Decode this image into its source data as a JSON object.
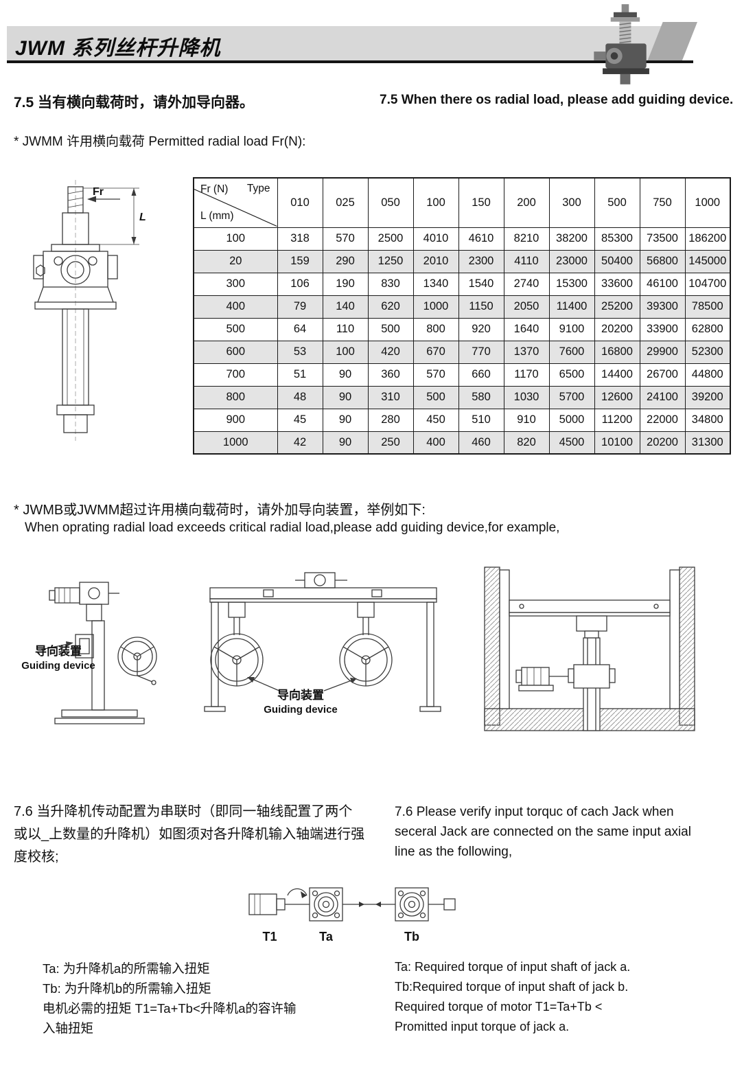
{
  "header": {
    "title": "JWM 系列丝杆升降机"
  },
  "section_7_5": {
    "heading_cn": "7.5 当有横向载荷时，请外加导向器。",
    "heading_en": "7.5  When there os radial load, please add guiding device.",
    "note": "* JWMM 许用横向载荷 Permitted radial load Fr(N):"
  },
  "table": {
    "corner": {
      "fr": "Fr (N)",
      "type": "Type",
      "l": "L (mm)"
    },
    "columns": [
      "010",
      "025",
      "050",
      "100",
      "150",
      "200",
      "300",
      "500",
      "750",
      "1000"
    ],
    "rows": [
      {
        "l": "100",
        "values": [
          "318",
          "570",
          "2500",
          "4010",
          "4610",
          "8210",
          "38200",
          "85300",
          "73500",
          "186200"
        ]
      },
      {
        "l": "20",
        "values": [
          "159",
          "290",
          "1250",
          "2010",
          "2300",
          "4110",
          "23000",
          "50400",
          "56800",
          "145000"
        ]
      },
      {
        "l": "300",
        "values": [
          "106",
          "190",
          "830",
          "1340",
          "1540",
          "2740",
          "15300",
          "33600",
          "46100",
          "104700"
        ]
      },
      {
        "l": "400",
        "values": [
          "79",
          "140",
          "620",
          "1000",
          "1150",
          "2050",
          "11400",
          "25200",
          "39300",
          "78500"
        ]
      },
      {
        "l": "500",
        "values": [
          "64",
          "110",
          "500",
          "800",
          "920",
          "1640",
          "9100",
          "20200",
          "33900",
          "62800"
        ]
      },
      {
        "l": "600",
        "values": [
          "53",
          "100",
          "420",
          "670",
          "770",
          "1370",
          "7600",
          "16800",
          "29900",
          "52300"
        ]
      },
      {
        "l": "700",
        "values": [
          "51",
          "90",
          "360",
          "570",
          "660",
          "1170",
          "6500",
          "14400",
          "26700",
          "44800"
        ]
      },
      {
        "l": "800",
        "values": [
          "48",
          "90",
          "310",
          "500",
          "580",
          "1030",
          "5700",
          "12600",
          "24100",
          "39200"
        ]
      },
      {
        "l": "900",
        "values": [
          "45",
          "90",
          "280",
          "450",
          "510",
          "910",
          "5000",
          "11200",
          "22000",
          "34800"
        ]
      },
      {
        "l": "1000",
        "values": [
          "42",
          "90",
          "250",
          "400",
          "460",
          "820",
          "4500",
          "10100",
          "20200",
          "31300"
        ]
      }
    ]
  },
  "diagram_labels": {
    "fr": "Fr",
    "l": "L"
  },
  "note_guiding": {
    "cn": "* JWMB或JWMM超过许用横向载荷时，请外加导向装置，举例如下:",
    "en": "When oprating radial load exceeds critical radial load,please add guiding device,for example,"
  },
  "figures": {
    "guiding_cn": "导向装置",
    "guiding_en": "Guiding device"
  },
  "section_7_6": {
    "cn": "7.6  当升降机传动配置为串联时（即同一轴线配置了两个\n或以_上数量的升降机）如图须对各升降机输入轴端进行强\n度校核;",
    "en": "7.6  Please verify input torquc of cach Jack when\nseceral Jack are connected on the same input axial\nline as the following,"
  },
  "torque_diagram": {
    "t1": "T1",
    "ta": "Ta",
    "tb": "Tb"
  },
  "torque_notes": {
    "cn": [
      "Ta:  为升降机a的所需输入扭矩",
      "Tb: 为升降机b的所需输入扭矩",
      "电机必需的扭矩 T1=Ta+Tb<升降机a的容许输",
      "入轴扭矩"
    ],
    "en": [
      "Ta: Required torque of input shaft of jack a.",
      "Tb:Required torque of input shaft of jack b.",
      "Required torque of motor T1=Ta+Tb <",
      "Promitted input torque of jack a."
    ]
  }
}
